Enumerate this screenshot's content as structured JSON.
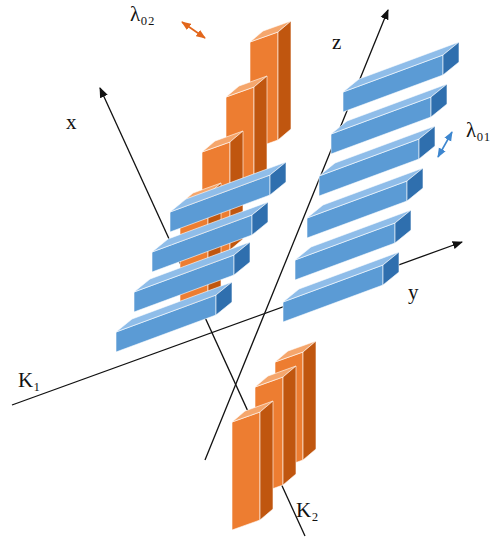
{
  "diagram": {
    "labels": [
      "λ₀₂",
      "λ₀₁",
      "x",
      "z",
      "y",
      "K₁",
      "K₂"
    ]
  }
}
